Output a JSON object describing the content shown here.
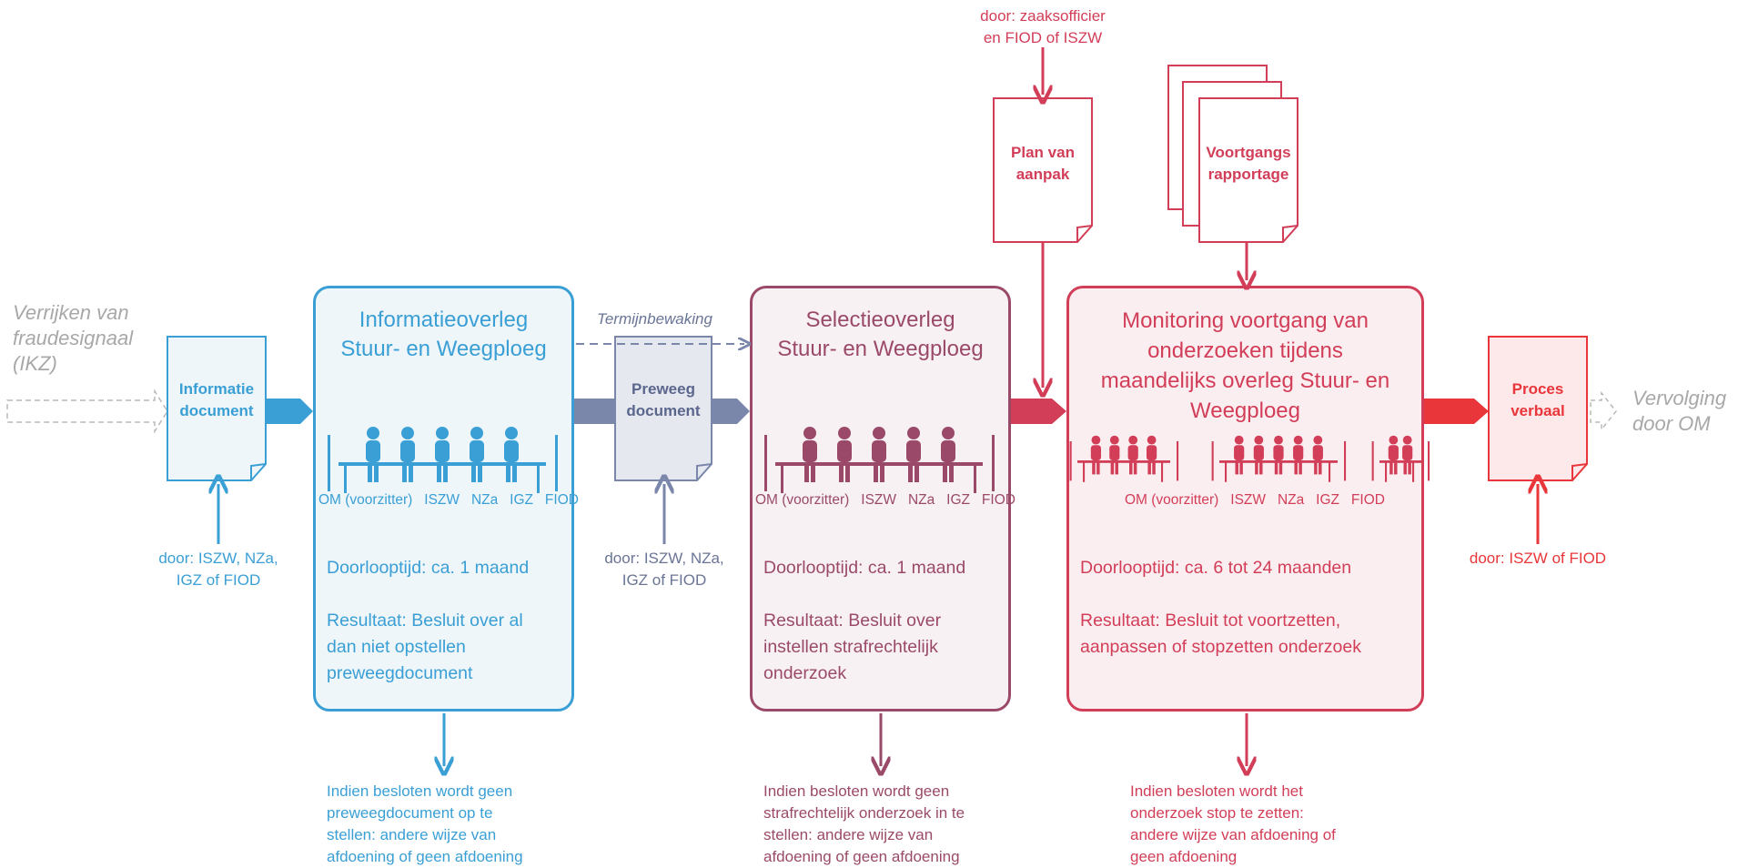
{
  "colors": {
    "blue": "#3a9fd5",
    "blue_fill": "#eef6fa",
    "slate": "#7a86aa",
    "slate_fill": "#e6e8f0",
    "plum": "#9a4a68",
    "plum_fill": "#f8f1f4",
    "red": "#d23e58",
    "red_fill": "#fbeef1",
    "bright_red": "#e8363a",
    "gray": "#b8b8b8"
  },
  "left_note": [
    "Verrijken van",
    "fraudesignaal",
    "(IKZ)"
  ],
  "right_note": [
    "Vervolging",
    "door OM"
  ],
  "doc_informatie": [
    "Informatie",
    "document"
  ],
  "doc_preweeg": [
    "Preweeg",
    "document"
  ],
  "doc_plan": [
    "Plan van",
    "aanpak"
  ],
  "doc_voortgang": [
    "Voortgangs",
    "rapportage"
  ],
  "doc_proces": [
    "Proces",
    "verbaal"
  ],
  "by_info": [
    "door: ISZW, NZa,",
    "IGZ of FIOD"
  ],
  "by_preweeg": [
    "door: ISZW, NZa,",
    "IGZ of FIOD"
  ],
  "by_plan": [
    "door: zaaksofficier",
    "en FIOD of ISZW"
  ],
  "by_proces": "door: ISZW of FIOD",
  "termijn": "Termijnbewaking",
  "box1": {
    "title": [
      "Informatieoverleg",
      "Stuur- en Weegploeg"
    ],
    "parties": [
      "OM (voorzitter)",
      "ISZW",
      "NZa",
      "IGZ",
      "FIOD"
    ],
    "duration": "Doorlooptijd: ca. 1 maand",
    "result": [
      "Resultaat: Besluit over al",
      "dan niet opstellen",
      "preweegdocument"
    ],
    "outcome": [
      "Indien besloten wordt geen",
      "preweegdocument op te",
      "stellen: andere wijze van",
      "afdoening of geen afdoening"
    ]
  },
  "box2": {
    "title": [
      "Selectieoverleg",
      "Stuur- en Weegploeg"
    ],
    "parties": [
      "OM (voorzitter)",
      "ISZW",
      "NZa",
      "IGZ",
      "FIOD"
    ],
    "duration": "Doorlooptijd: ca. 1 maand",
    "result": [
      "Resultaat: Besluit over",
      "instellen strafrechtelijk",
      "onderzoek"
    ],
    "outcome": [
      "Indien besloten wordt geen",
      "strafrechtelijk onderzoek in te",
      "stellen: andere wijze van",
      "afdoening of geen afdoening"
    ]
  },
  "box3": {
    "title": [
      "Monitoring voortgang van",
      "onderzoeken tijdens",
      "maandelijks overleg Stuur- en",
      "Weegploeg"
    ],
    "parties": [
      "OM (voorzitter)",
      "ISZW",
      "NZa",
      "IGZ",
      "FIOD"
    ],
    "duration": "Doorlooptijd: ca. 6 tot 24 maanden",
    "result": [
      "Resultaat: Besluit tot voortzetten,",
      "aanpassen of stopzetten onderzoek"
    ],
    "outcome": [
      "Indien besloten wordt het",
      "onderzoek stop te zetten:",
      "andere wijze van afdoening of",
      "geen afdoening"
    ]
  }
}
